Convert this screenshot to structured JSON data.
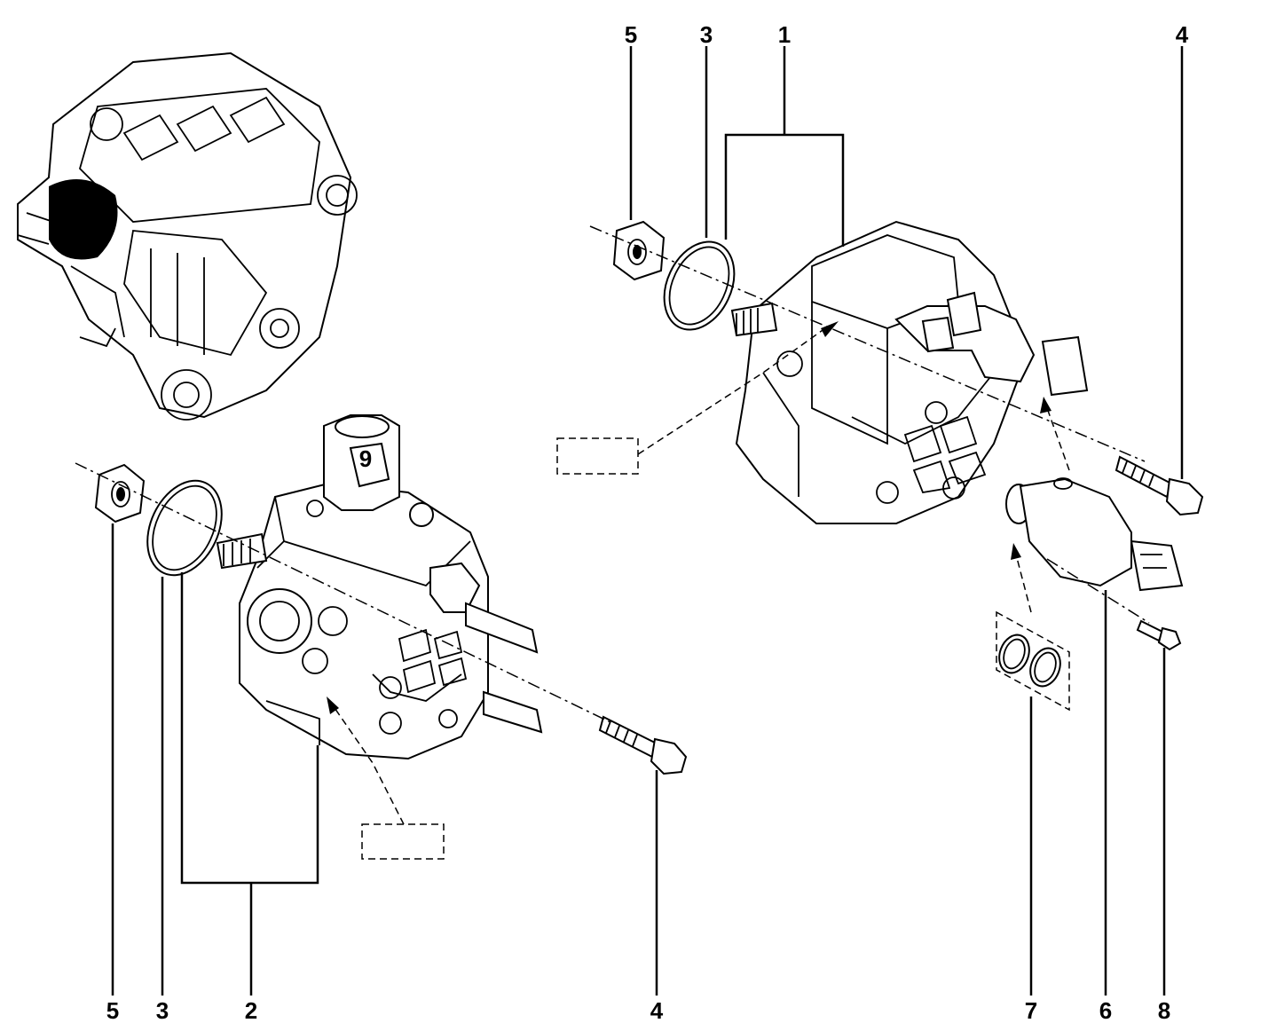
{
  "callouts": {
    "top": [
      "5",
      "3",
      "1",
      "4"
    ],
    "bottom": [
      "5",
      "3",
      "2",
      "4",
      "7",
      "6",
      "8"
    ]
  },
  "colors": {
    "line": "#000000",
    "background": "#ffffff"
  },
  "icons": {
    "engine": "engine-block-icon",
    "pump_upper": "high-pressure-pump-icon",
    "pump_lower": "high-pressure-pump-icon",
    "regulator": "pressure-regulator-icon"
  }
}
